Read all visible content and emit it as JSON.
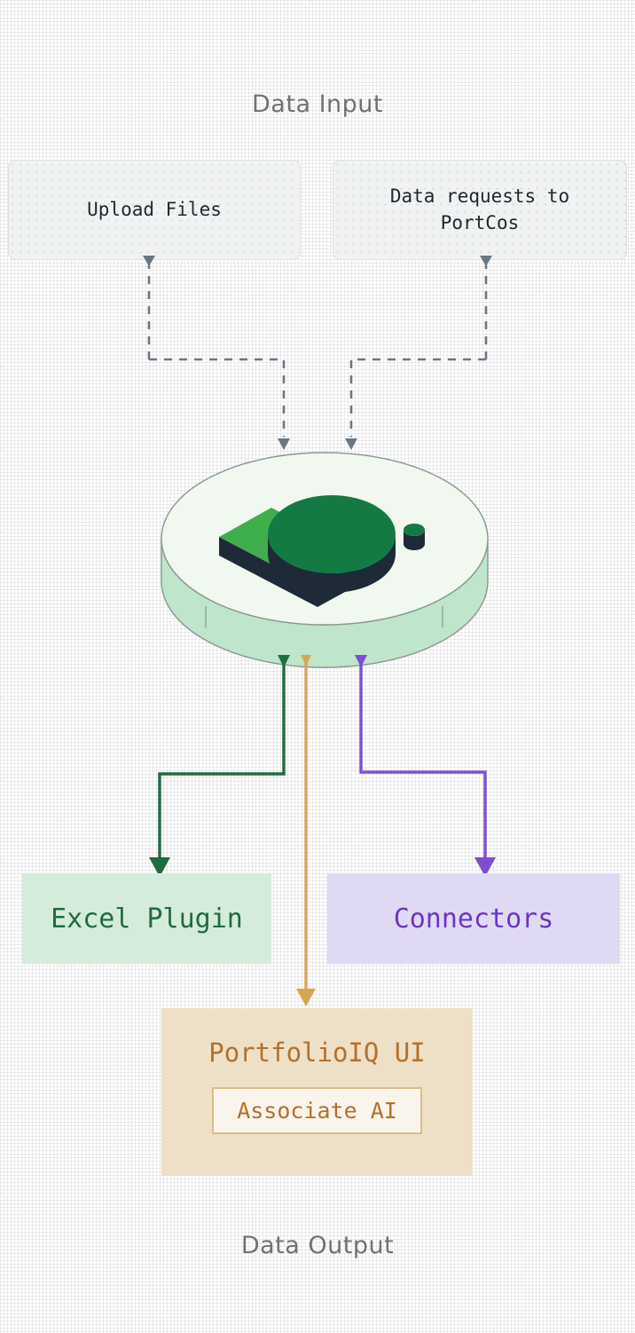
{
  "sections": {
    "input_title": "Data Input",
    "output_title": "Data Output"
  },
  "inputs": [
    {
      "id": "upload-files",
      "label": "Upload Files"
    },
    {
      "id": "data-requests",
      "label": "Data requests to PortCos"
    }
  ],
  "hub": {
    "name": "data-platform-cylinder",
    "colors": {
      "top_face": "#f0f8ef",
      "side_wall": "#bfe5ca",
      "outline": "#8a9690",
      "slab_light": "#3fae4c",
      "slab_dark": "#1f2a38",
      "disc_green": "#147a43",
      "disc_shadow": "#1f2a38"
    }
  },
  "outputs": [
    {
      "id": "excel-plugin",
      "label": "Excel Plugin",
      "bg": "#d6ecdb",
      "fg": "#1f6b42",
      "connector_color": "#1f6b42"
    },
    {
      "id": "connectors",
      "label": "Connectors",
      "bg": "#e0d9f4",
      "fg": "#6c35c4",
      "connector_color": "#7d4fd0"
    },
    {
      "id": "portfolioiq-ui",
      "label": "PortfolioIQ UI",
      "sub_label": "Associate AI",
      "bg": "#eee0c6",
      "fg": "#b5702a",
      "connector_color": "#d7a košt"
    }
  ],
  "connectors": {
    "dashed_color": "#6b7780",
    "excel_color": "#1f6b42",
    "portfolio_color": "#d6a752",
    "connectors_color": "#7d4fd0"
  },
  "grid": {
    "line_color": "#7d828c",
    "h_positions": [
      41,
      134,
      227,
      320,
      413,
      506,
      599,
      692,
      785,
      878,
      971,
      1064,
      1157,
      1250,
      1343,
      1436
    ],
    "v_positions": [
      168,
      350,
      533
    ]
  }
}
